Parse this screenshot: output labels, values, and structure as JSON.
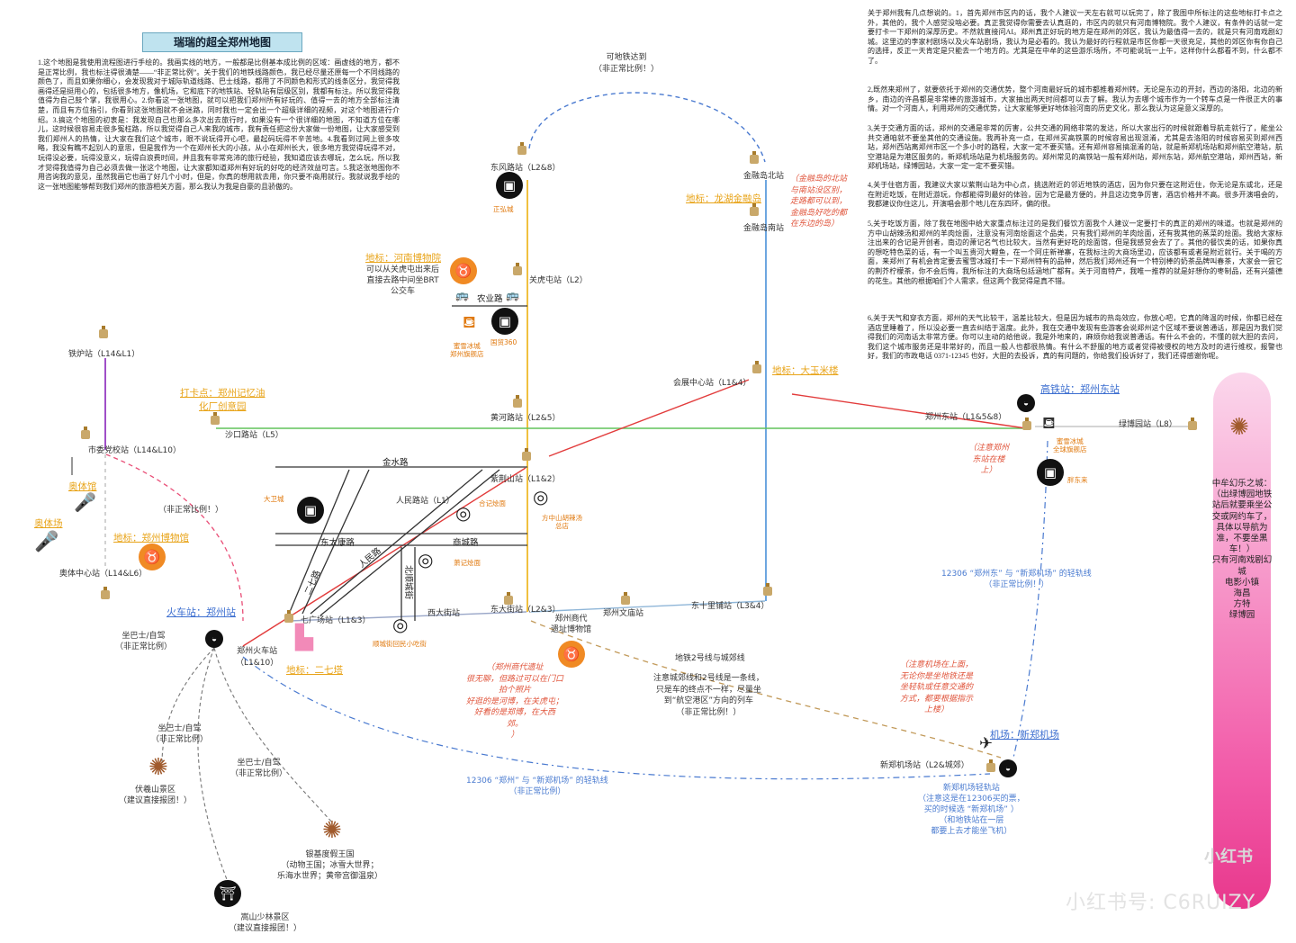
{
  "title": "瑞瑞的超全郑州地图",
  "intro": "1.这个地图是我使用流程图进行手绘的。我画实线的地方，一般都是比例基本成比例的区域：画虚线的地方，都不是正常比例，我也标注得很清楚——“非正常比例”。关于我们的地铁线路颜色，我已经尽量还原每一个不同线路的颜色了，而且如果你细心，会发现我对于城际轨道线路、巴士线路，都用了不同颜色和形式的线条区分，我觉得我画得还是挺用心的，包括很多地方，像机场，它和底下的地铁站、轻轨站有层级区别，我都有标注。所以我觉得我值得为自己鼓个掌，我很用心。2.你看这一张地图，就可以把我们郑州所有好玩的、值得一去的地方全部标注清楚，而且有方位指引，你看到这张地图就不会迷路，同时我也一定会出一个超级详细的视频，对这个地图进行介绍。3.搞这个地图的初衷是：我发现自己也那么多次出去旅行时，如果没有一个很详细的地图，不知道方位在哪儿，这时候很容易走很多冤枉路，所以我觉得自己人来我的城市，我有责任把这份大家做一份地图，让大家感受到我们郑州人的热情，让大家在我们这个城市，眼不说玩得开心吧，最起码玩得不辛苦地。4.我看到过网上很多攻略，我没有瞧不起别人的意思，但是我作为一个在郑州长大的小孩，从小在郑州长大，很多地方我觉得玩得不对，玩得没必要，玩得没意义，玩得白浪费时间，并且我有非常充沛的旅行经验，我知道应该去哪玩，怎么玩，所以我才觉得我值得为自己必须去做一张这个地图，让大家都知道郑州有好玩的好吃的经济效益可言。5.我这张地图你不用咨询我的意见，虽然我画它也画了好几个小时，但是，你真的想用就去用，你只要不商用就行。我就说我手绘的这一张地图能够帮到我们郑州的旅游相关方面，那么我认为我是自豪的且骄傲的。",
  "right_paras": [
    "关于郑州我有几点想说的。1，首先郑州市区内的话，我个人建议一天左右就可以玩完了，除了我图中所标注的这些地标打卡点之外，其他的，我个人感觉没啥必要。真正我觉得你需要去认真逛的，市区内的就只有河南博物院。我个人建议，有条件的话就一定要打卡一下郑州的深厚历史。不然就直接问AI。郑州真正好玩的地方是在郑州的郊区，我认为最值得一去的，就是只有河南戏剧幻城。这里边的李家村剧场以及火车站剧场，我认为是必看的。我认为最好的行程就是市区你都一天很充足，其他的郊区你有你自己的选择，反正一天肯定是只能去一个地方的。尤其是在中牟的这些游乐场所，不可能说玩一上午，这样你什么都看不到，什么都不了。",
    "2,既然来郑州了，就要依托于郑州的交通优势，整个河南最好玩的城市都推着郑州转。无论是东边的开封，西边的洛阳，北边的新乡，南边的许昌都是非常棒的旅游城市，大家抽出两天时间都可以去了解。我认为去哪个城市作为一个转车点是一件很正大的事情。对一个河南人，利用郑州的交通优势，让大家能够更好地体验河南的历史文化，那么我认为这是意义深厚的。",
    "3,关于交通方面的话，郑州的交通是非常的厉害，公共交通的网络非常的发达，所以大家出行的时候就跟着导航走就行了，能坐公共交通咱就不要坐其他的交通设施。我再补充一点，在郑州买高铁票的时候容易出现混淆，尤其是去洛阳的时候容易买到郑州西站，郑州西站离郑州市区一个多小时的路程，大家一定不要买错。还有郑州容易搞混淆的站，就是新郑机场站和郑州航空港站，航空港站是为港区服务的，新郑机场站是为机场服务的。郑州常见的高铁站一般有郑州站，郑州东站，郑州航空港站，郑州西站，新郑机场站，绿博园站，大家一定一定不要买错。",
    "4,关于住宿方面，我建议大家以紫荆山站为中心点，挑选附近的邻近地铁的酒店，因为你只要在这附近住，你无论是东或北，还是在附近吃饭，在附近游玩，你都能得到最好的体验，因为它是最方便的，并且这边竞争厉害，酒店价格并不高。很多开演唱会的，我都建议你住这儿，开演唱会那个地儿在东四环，偏的很。",
    "5,关于吃饭方面，除了我在地图中给大家重点标注过的是我们餐饮方面我个人建议一定要打卡的真正的郑州的味道。也就是郑州的方中山胡辣汤和郑州的羊肉烩面，注意没有河南烩面这个品类，只有我们郑州的羊肉烩面，还有我其他的蒸菜的烩面。我给大家标注出来的合记是开创者，南边的萧记名气也比较大，当然有更好吃的烩面馆，但是我感觉会去了了。其他的餐饮类的话，如果你真的想吃特色菜的话，有一个叫五贵河大鲤鱼，在一个阿庄新禅寨，在我标注的大商场里边，应该都有或者是附近就行。关于喝的方面，来郑州了有机会肯定要去蜜雪冰城打卡一下郑州特有的品种，然后我们郑州还有一个特别棒的奶茶品牌叫春茶，大家会一尝它的荆芥柠檬茶，你不会后悔，我所标注的大商场包括涵地广都有。关于河南特产，我唯一推荐的就是好想你的枣制品，还有兴盛德的花生。其他的根据咱们个人需求，但这两个我觉得是真不错。",
    "6,关于天气和穿衣方面，郑州的天气比较干，温差比较大，但是因为城市的热岛效应，你放心吧，它真的降温的时候，你都已经在酒店里睡着了，所以没必要一直去纠结于温度。此外，我在交通中发现有些游客会说郑州这个区域不要说普通话，那是因为我们觉得我们的河南话太非常方便。你可以主动的给他说，我是外地来的，麻烦你给我说普通话。有什么不会的，不懂的就大胆的去问，我们这个城市服务还是非常好的，而且一般人也都很热情。有什么不舒服的地方或者觉得被侵权的地方及时的进行维权，报警也好，我们的市政电话 0371-12345 也好，大胆的去投诉，真的有问题的，你给我们投诉好了，我们还得感谢你呢。"
  ],
  "stations": {
    "dongfeng": "东风路站（L2&8）",
    "jinrongbei": "金融岛北站",
    "jinrongnan": "金融岛南站",
    "guanhu": "关虎屯站（L2）",
    "tielu": "铁炉站（L14&L1）",
    "huanghe": "黄河路站（L2&5）",
    "huizhan": "会展中心站（L1&4）",
    "zzdong": "郑州东站（L1&5&8）",
    "lvbo": "绿博园站（L8）",
    "shalu": "沙口路站（L5）",
    "shiwei": "市委党校站（L14&L10）",
    "zijingshan": "紫荆山站（L1&2）",
    "renminlu": "人民路站（L1）",
    "aoti": "奥体中心站（L14&L6）",
    "qiguang": "七广场站（L1&3）",
    "xidajie": "西大街站",
    "dongdajie": "东大街站（L2&3）",
    "wenmiao": "郑州文庙站",
    "shilipu": "东十里铺站（L3&4）",
    "zzhuoche": "郑州火车站\n（L1&10）",
    "xzjichang": "新郑机场站（L2&城郊）"
  },
  "roads": {
    "jinshui": "金水路",
    "dakang": "东太康路",
    "shangcheng": "商城路",
    "nongye": "农业路",
    "erqi": "二七路",
    "renmin": "人民路",
    "beishun": "北顺城街"
  },
  "landmarks": {
    "longhu": "地标：龙湖金融岛",
    "henanbwy": "地标：河南博物院",
    "dayumi": "地标：大玉米楼",
    "jiyiyou": "打卡点：郑州记忆油\n化厂创意园",
    "aotiguan": "奥体馆",
    "aotichang": "奥体场",
    "zzbwg": "地标：郑州博物馆",
    "erqita": "地标：二七塔"
  },
  "headings": {
    "gaotie": "高铁站：郑州东站",
    "huoche": "火车站：郑州站",
    "jichang": "机场：新郑机场"
  },
  "labels": {
    "metro_top": "可地铁达到\n（非正常比例！）",
    "buspath": "可以从关虎屯出来后\n直接去路中间坐BRT\n公交车",
    "feizc1": "（非正常比例！）",
    "bus1": "坐巴士/自驾\n（非正常比例）",
    "bus2": "坐巴士/自驾\n（非正常比例）",
    "bus3": "坐巴士/自驾\n（非正常比例）",
    "fuxi": "伏羲山景区\n（建议直接报团！）",
    "yinji": "银基度假王国\n（动物王国；冰雪大世界；\n乐海水世界；黄帝宫御温泉）",
    "shaolin": "嵩山少林景区\n（建议直接报团！）",
    "shangdai": "郑州商代\n遗址博物馆",
    "chengjiao": "地铁2号线与城郊线",
    "chengjiao_note": "注意城郊线和2号线是一条线，\n只是车的终点不一样，尽量坐\n到“航空港区”方向的列车\n（非正常比例！）",
    "zhengjie": "正弘城",
    "guomao": "国贸360",
    "mixue1": "蜜雪冰城\n郑州旗舰店",
    "mixue2": "蜜雪冰城\n全球旗舰店",
    "pangdonglai": "胖东来",
    "dayu": "大卫城",
    "heji": "合记烩面",
    "fangzhongshan": "方中山胡辣汤\n总店",
    "xiaoji": "萧记烩面",
    "shuncheng": "顺城街回民小吃街",
    "zhongmou": "中牟幻乐之城：\n（出绿博园地铁\n站后就要乘坐公\n交或网约车了，\n具体以导航为\n准，不要坐黑\n车！）\n只有河南戏剧幻\n城\n电影小镇\n海昌\n方特\n绿博园"
  },
  "notes": {
    "jinrong": "（金融岛的北站\n与南站没区别，\n走路都可以到，\n金融岛好吃的都\n在东边的岛）",
    "dongzhan": "（注意郑州\n东站在楼\n上）",
    "shangdai": "（郑州商代遗址\n很无聊，但路过可以在门口\n拍个照片\n好逛的是河博，在关虎屯；\n好看的是郑博，在大西\n郊。\n）",
    "jichang": "（注意机场在上面，\n无论你是坐地铁还是\n坐轻轨或任意交通的\n方式，都要根据指示\n上楼）"
  },
  "blue_notes": {
    "rail12306_a": "12306 “郑州东” 与 “新郑机场” 的轻轨线\n（非正常比例！）",
    "rail12306_b": "12306 “郑州” 与 “新郑机场” 的轻轨线\n（非正常比例）",
    "qinggui": "新郑机场轻轨站\n（注意这是在12306买的票，\n买的时候选 “新郑机场” ）\n（和地铁站在一层\n都要上去才能坐飞机）"
  },
  "watermark": "小红书号: C6RUIZY",
  "watermark2": "小红书",
  "colors": {
    "line1": "#e23c3c",
    "line2": "#f0c040",
    "line3": "#6da6e0",
    "line5": "#61c45c",
    "line14": "#a04fc8",
    "orange": "#f08a24"
  },
  "icons": [
    "shopping-bag-icon",
    "cow-head-icon",
    "bubble-tea-icon",
    "noodle-bowl-icon",
    "ferris-wheel-icon",
    "castle-icon",
    "microphone-icon",
    "airplane-icon",
    "train-icon",
    "bus-icon",
    "pagoda-icon"
  ]
}
